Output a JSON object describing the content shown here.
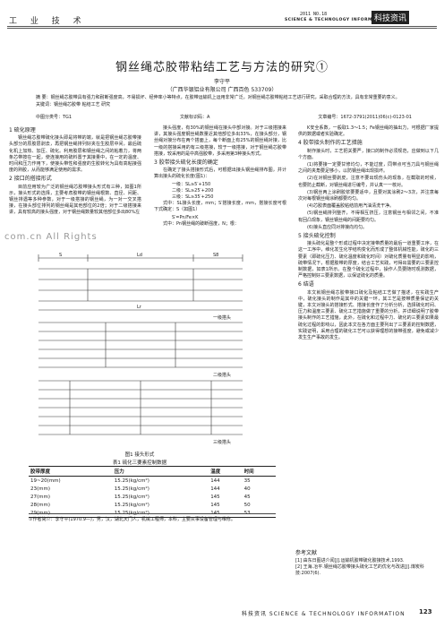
{
  "header": {
    "section_label": "工 业 技 术",
    "date": "2011  NO.18",
    "journal_en": "SCIENCE & TECHNOLOGY INFORMATION",
    "brand": "科技资讯"
  },
  "title": "钢丝绳芯胶带粘结工艺与方法的研究①",
  "author": "李守平",
  "affiliation": "（广西华银铝业有限公司   广西百色   533709）",
  "abstract": "摘  要：钢丝绳芯胶带具有强力和耐断强度高，不易损坏、经伸率小等特点，在胶带运输机上运用非常广泛。对钢丝绳芯胶带粘结工艺进行研究，采取合理的方法，具有非常重要的意义。",
  "keywords": "关键词：钢丝绳芯胶带   粘结工艺   研究",
  "classification": {
    "clc": "中图分类号：TG1",
    "doc_code": "文献标识码：A",
    "article_no": "文章编号：1672-3791(2011)06(c)-0123-01"
  },
  "col1": {
    "h1": "1 硫化原理",
    "p1": "钢丝绳芯胶带硫化接头即是将带的端，就是把钢丝绳芯胶带接头部分的原胶层剥去，再把钢丝绳排列好夹在生胶层中间，最后硫化机上加热、加压、硫化。利用胶层和钢丝绳之间的粘着力，将两条芯带按在一起，使连接用的硫料置于其接量中，在一定的温度、时间和压力作用下，使接头带性和强度的生胶转化为具有高粘接强度的熟胶，从而能够满足使用的需求。",
    "h2": "2 接口的搭接形式",
    "p2": "目前应用较为广泛的钢丝绳芯胶带接头形式有三种，如图1所示，接头形式的选择，主要考虑胶带的钢丝绳根数、直径、间距、钢丝排遇等多种参数，对于一级搭接的钢丝绳，为一对一交叉搭接，在接头部位排列的钢丝绳是其他部位的2倍；对于二级搭接来讲，具有较高的接头强度，对于钢丝绳数量较其他部位多出80%左"
  },
  "col2": {
    "p1": "接头强度，有30%的钢丝绳在接头中部对接。对于三级搭接来讲，其接头强度钢丝绳数量近其他部位多出33%，在接头部分，钢丝绳对接分布在两个搭面上，每个断面上有25%的钢丝绳对接，比一级的搭接采用的有三级搭接，较于一级搭接，对于钢丝绳芯胶带搭接，较采用的是中高强胶带，多采用第3种接头形式。",
    "h3": "3 胶带接头硫化长度的确定",
    "p2": "在确定了接头搭接形式后，可根据出接头钢丝绳排布图，并计算出接头的硫化长度(图1)：",
    "f1": "一级：SL≥5′+150",
    "f2": "二级：SL≥25′+200",
    "f3": "三级：SL≥35′+250",
    "p3": "式中：SL接头长度，mm；S′搭接长度，mm，搭接长度可根下式确定：S（如图1）",
    "f4": "S′=Pn/Fe×K",
    "p4": "式中：Pn钢丝绳的破断强度，N；根："
  },
  "col3": {
    "p0": "K安全系数，一般取1.3～1.5；Fe钢丝绳的抽出力，可根据厂家提供的数据或者实验确定。",
    "h4": "4 胶带接头制作的工艺措施",
    "p1": "制作接头时，工艺把关要严，接口的制作必须规范，应做到以下几个方面。",
    "p2": "(1)将要接一定要甘修均匀，不能过度，同带点可当刀具与钢丝绳之间的夹角要足够小，以防钢丝绳出现损坏。",
    "p3": "(2)在对钢丝要剥皮，注意不要出现伤头的现象，在截取的时候，也要防止截断，对钢丝绳进行编号，并认真一一核对。",
    "p4": "(3)钢丝两上涂刷胶浆要要适中，且要对其涂刷2～3次，并注意每次对每根钢丝绳涂刷都要均匀。",
    "p5": "(4)芯胶表面覆盖胶粘结前用汽油清洗干净。",
    "p6": "(5)钢丝绳排列整齐，不得相互挤压，注意钢丝与相邻之间，不准有回凸现象，钢丝钢丝绳的间距要均匀。",
    "p7": "(6)接头直应同对排接向均匀。",
    "h5": "5 接头硫化控制",
    "p8": "接头硫化是整个形成过程中决定接带质量的最后一道重要工序，在这一工序中，维化发生化学结构变化而形成了整体机械性能，硫化的三要素（即硫化压力、硫化温度和硫化时间）对硫化质量有明显的影响，硫带情况下，根据胶带的厚度，结合工艺实践，可得出需要的三要素控制数据，如表1所示。在整个硫化过程中，操作人员要随时观测数据，严格控制好三要素数据，以保证硫化的质量。",
    "h6": "6 结语",
    "p9": "本文就钢丝绳芯胶带接口硫化及粘结工艺做了描述，在实践生产中，硫化接头的制作是其中的关键一环，其工艺是按带质量保证的关键，本文对接头的搭接形式、搭接长度作了分析分析，选择硫化时间、压力和温度三要素、硫化工艺措施做了重要的分析，并详细说明了胶带接头制作的工艺措施，此外，在硫化和过程中力、硫化的三要素如果最硫化过程的影响以，因此本文在各方面主要列出了三要素的控制数据，实践证明，采用合理的硫化工艺可以获得理想的接带强度，避免或减少发生生产事故的发生。"
  },
  "watermark": "com.cn  All Rights",
  "figure": {
    "dim_top": "Ld",
    "dim_s1": "S",
    "dim_s2": "S8",
    "dim_l1": "Lr",
    "label_1": "一级搭头",
    "label_2": "二级搭头",
    "label_3": "三级搭头",
    "caption": "图1   接头形式"
  },
  "table": {
    "caption": "表1   硫化三要素控制数据",
    "headers": [
      "胶带厚度",
      "压力",
      "温度",
      "时间"
    ],
    "rows": [
      [
        "19~20(mm)",
        "15.25(kg/cm²)",
        "144",
        "35"
      ],
      [
        "23(mm)",
        "15.25(kg/cm²)",
        "144",
        "40"
      ],
      [
        "27(mm)",
        "15.25(kg/cm²)",
        "145",
        "45"
      ],
      [
        "28(mm)",
        "15.25(kg/cm²)",
        "145",
        "50"
      ],
      [
        "29(mm)",
        "15.25(kg/cm²)",
        "145",
        "53"
      ]
    ]
  },
  "footnote": "①作者简介：李守平(1970.9—)，男，汉，湖北天门人，机械工程师，本科，主要从事设备管理与维修。",
  "references": {
    "heading": "参考文献",
    "r1": "[1]  由东日图进介闻[J].运输机胶带硫化胶接技术,1993.",
    "r2": "[2]  王海.冶平.钢丝绳芯胶带接头硫化工艺的优化与改进[J].煤炭科技:2007(6)."
  },
  "footer": {
    "text": "科技资讯  SCIENCE & TECHNOLOGY INFORMATION",
    "page": "123"
  }
}
